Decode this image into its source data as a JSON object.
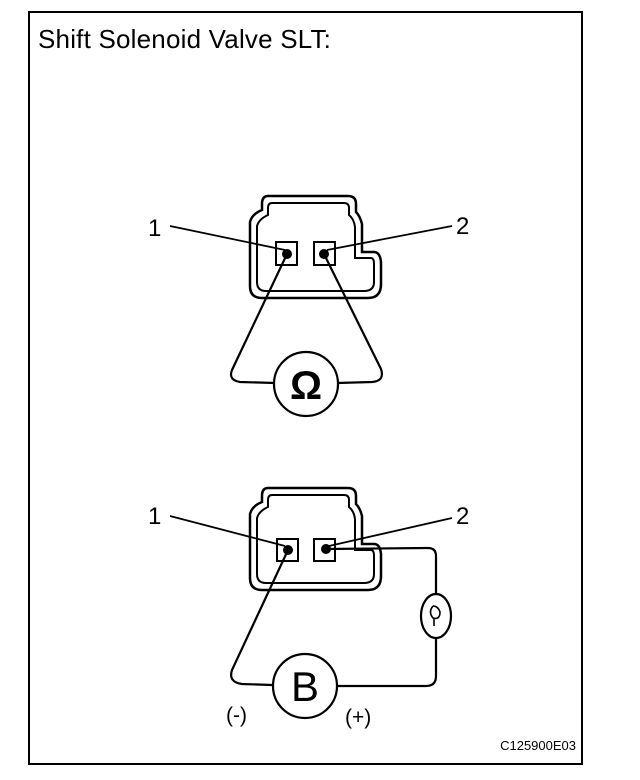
{
  "title": "Shift Solenoid Valve SLT:",
  "figure_code": "C125900E03",
  "top_diagram": {
    "terminal_left": "1",
    "terminal_right": "2",
    "meter_symbol": "Ω"
  },
  "bottom_diagram": {
    "terminal_left": "1",
    "terminal_right": "2",
    "battery_symbol": "B",
    "negative_label": "(-)",
    "positive_label": "(+)"
  }
}
